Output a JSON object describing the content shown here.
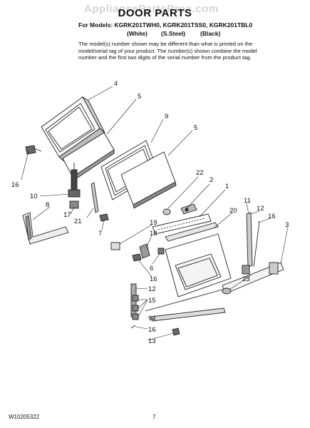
{
  "watermark": "AppliancePartsPros.com",
  "title": "DOOR PARTS",
  "models_line": "For Models: KGRK201TWH0, KGRK201TSS0, KGRK201TBL0",
  "colors": [
    "(White)",
    "(S.Steel)",
    "(Black)"
  ],
  "note_line1": "The model(s) number shown may be different than what is printed on the",
  "note_line2": "model/serial tag of your product. The number(s) shown combine the model",
  "note_line3": "number and the first two digits of the serial number from the product tag.",
  "footer_code": "W10205322",
  "footer_page": "7",
  "callouts": [
    {
      "id": "c4",
      "text": "4"
    },
    {
      "id": "c5a",
      "text": "5"
    },
    {
      "id": "c9",
      "text": "9"
    },
    {
      "id": "c5b",
      "text": "5"
    },
    {
      "id": "c16a",
      "text": "16"
    },
    {
      "id": "c22",
      "text": "22"
    },
    {
      "id": "c2",
      "text": "2"
    },
    {
      "id": "c1",
      "text": "1"
    },
    {
      "id": "c10",
      "text": "10"
    },
    {
      "id": "c11",
      "text": "11"
    },
    {
      "id": "c8",
      "text": "8"
    },
    {
      "id": "c17",
      "text": "17"
    },
    {
      "id": "c21",
      "text": "21"
    },
    {
      "id": "c20",
      "text": "20"
    },
    {
      "id": "c12a",
      "text": "12"
    },
    {
      "id": "c16b",
      "text": "16"
    },
    {
      "id": "c3",
      "text": "3"
    },
    {
      "id": "c7",
      "text": "7"
    },
    {
      "id": "c19",
      "text": "19"
    },
    {
      "id": "c18",
      "text": "18"
    },
    {
      "id": "c6",
      "text": "6"
    },
    {
      "id": "c16c",
      "text": "16"
    },
    {
      "id": "c23",
      "text": "23"
    },
    {
      "id": "c12b",
      "text": "12"
    },
    {
      "id": "c15",
      "text": "15"
    },
    {
      "id": "c14",
      "text": "14"
    },
    {
      "id": "c16d",
      "text": "16"
    },
    {
      "id": "c13",
      "text": "13"
    }
  ]
}
